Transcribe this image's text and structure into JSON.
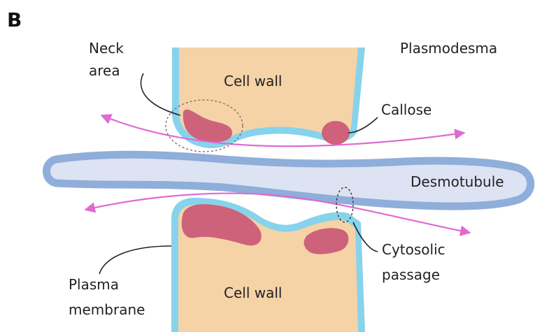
{
  "panel_label": "B",
  "labels": {
    "neck_line1": "Neck",
    "neck_line2": "area",
    "plasmodesma": "Plasmodesma",
    "cell_wall_top": "Cell wall",
    "callose": "Callose",
    "desmotubule": "Desmotubule",
    "cytosolic_line1": "Cytosolic",
    "cytosolic_line2": "passage",
    "plasma_line1": "Plasma",
    "plasma_line2": "membrane",
    "cell_wall_bottom": "Cell wall"
  },
  "colors": {
    "cell_wall": "#f5d3a7",
    "plasma_membrane": "#87d3ec",
    "callose": "#cd627a",
    "desmotubule_fill": "#dde3f3",
    "desmotubule_border": "#8faed9",
    "arrows": "#e06ad1",
    "leader_lines": "#222222",
    "dashed_circles": "#8a6a6a"
  }
}
